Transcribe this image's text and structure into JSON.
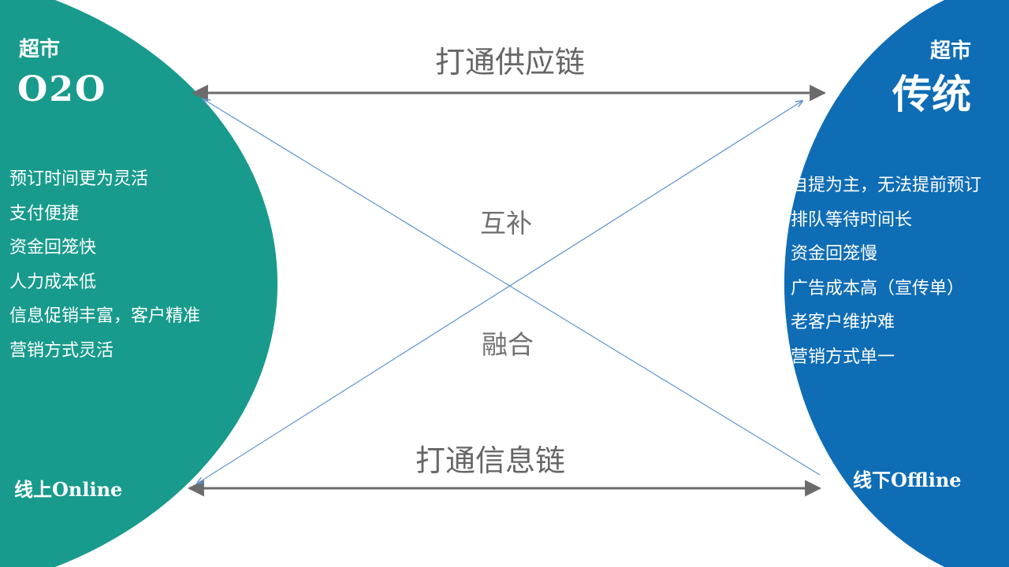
{
  "colors": {
    "online": "#189b8c",
    "offline": "#0f6db6",
    "arrow": "#6b6b6b",
    "cross": "#5f95d0"
  },
  "online": {
    "tag": "超市",
    "title": "O2O",
    "items": [
      "预订时间更为灵活",
      "支付便捷",
      "资金回笼快",
      "人力成本低",
      "信息促销丰富，客户精准",
      "营销方式灵活"
    ],
    "footer": "线上Online"
  },
  "offline": {
    "tag": "超市",
    "title": "传统",
    "items": [
      "自提为主，无法提前预订",
      "排队等待时间长",
      "资金回笼慢",
      "广告成本高（宣传单）",
      "老客户维护难",
      "营销方式单一"
    ],
    "footer": "线下Offline"
  },
  "links": {
    "top": "打通供应链",
    "bottom": "打通信息链"
  },
  "center": {
    "upper": "互补",
    "lower": "融合"
  }
}
